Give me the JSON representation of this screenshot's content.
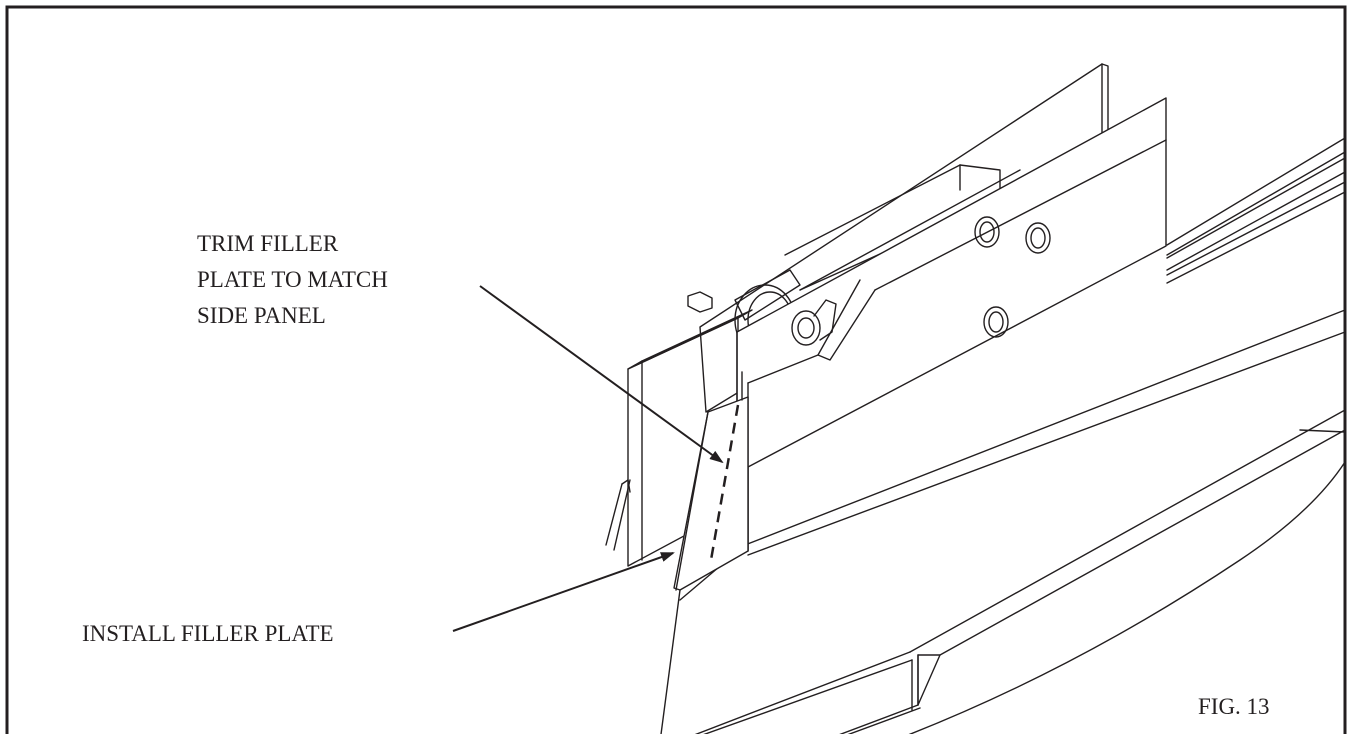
{
  "figure": {
    "number_label": "FIG. 13"
  },
  "callouts": {
    "trim": {
      "lines": [
        "TRIM FILLER",
        "PLATE TO MATCH",
        "SIDE PANEL"
      ]
    },
    "install": {
      "text": "INSTALL FILLER PLATE"
    }
  },
  "colors": {
    "line": "#231f20",
    "background": "#ffffff"
  }
}
